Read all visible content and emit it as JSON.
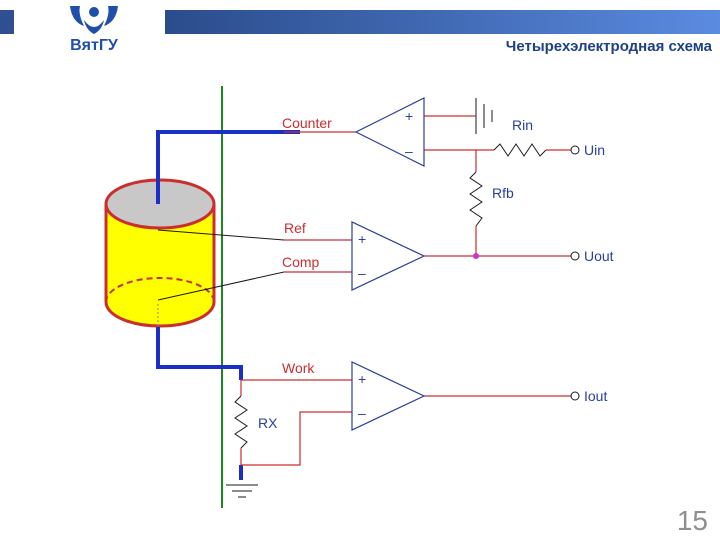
{
  "header": {
    "logo_text": "ВятГУ",
    "title": "Четырехэлектродная схема"
  },
  "diagram": {
    "electrode_labels": {
      "counter": "Counter",
      "ref": "Ref",
      "comp": "Comp",
      "work": "Work"
    },
    "component_labels": {
      "rin": "Rin",
      "rfb": "Rfb",
      "rx": "RX"
    },
    "terminal_labels": {
      "uin": "Uin",
      "uout": "Uout",
      "iout": "Iout"
    },
    "opamp_signs": {
      "plus": "+",
      "minus": "–"
    },
    "colors": {
      "wire": "#cc2d2d",
      "electrode": "#1a2fc4",
      "membrane": "#1a8a1a",
      "cell_fill": "#ffff00",
      "cell_top": "#c8c8c8",
      "opamp": "#2b3f9a",
      "node": "#cc33cc"
    }
  },
  "footer": {
    "slide_number": "15"
  }
}
